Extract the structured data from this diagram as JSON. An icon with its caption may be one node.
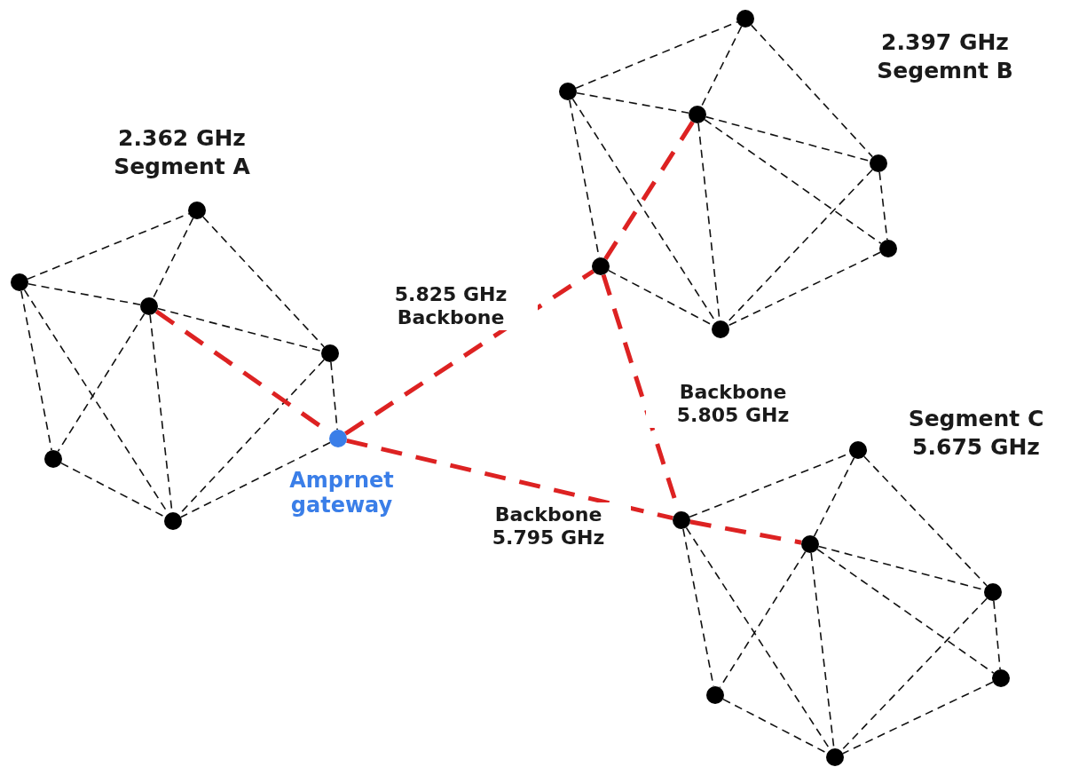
{
  "diagram": {
    "nodes": [
      {
        "text": [],
        "shape": "circle"
      },
      {
        "text": [],
        "shape": "circle"
      },
      {
        "text": [],
        "shape": "circle"
      },
      {
        "text": [],
        "shape": "circle"
      },
      {
        "text": [],
        "shape": "circle",
        "beside": [
          "Amprnet gateway"
        ]
      },
      {
        "text": [],
        "shape": "circle"
      },
      {
        "text": [],
        "shape": "circle"
      },
      {
        "text": [],
        "shape": "circle"
      },
      {
        "text": [],
        "shape": "circle"
      },
      {
        "text": [],
        "shape": "circle"
      },
      {
        "text": [],
        "shape": "circle"
      },
      {
        "text": [],
        "shape": "circle"
      },
      {
        "text": [],
        "shape": "circle"
      },
      {
        "text": [],
        "shape": "circle"
      },
      {
        "text": [],
        "shape": "circle"
      },
      {
        "text": [],
        "shape": "circle"
      },
      {
        "text": [],
        "shape": "circle"
      },
      {
        "text": [],
        "shape": "circle"
      },
      {
        "text": [],
        "shape": "circle"
      },
      {
        "text": [],
        "shape": "circle"
      },
      {
        "text": [],
        "shape": "circle"
      }
    ],
    "edges": [
      {
        "from": 1,
        "to": 0,
        "arrow": "none",
        "style": "dashed"
      },
      {
        "from": 0,
        "to": 2,
        "arrow": "none",
        "style": "dashed"
      },
      {
        "from": 0,
        "to": 3,
        "arrow": "none",
        "style": "dashed"
      },
      {
        "from": 1,
        "to": 2,
        "arrow": "none",
        "style": "dashed"
      },
      {
        "from": 2,
        "to": 3,
        "arrow": "none",
        "style": "dashed"
      },
      {
        "from": 1,
        "to": 5,
        "arrow": "none",
        "style": "dashed"
      },
      {
        "from": 1,
        "to": 6,
        "arrow": "none",
        "style": "dashed"
      },
      {
        "from": 2,
        "to": 5,
        "arrow": "none",
        "style": "dashed"
      },
      {
        "from": 2,
        "to": 6,
        "arrow": "none",
        "style": "dashed"
      },
      {
        "from": 3,
        "to": 4,
        "arrow": "none",
        "style": "dashed"
      },
      {
        "from": 3,
        "to": 6,
        "arrow": "none",
        "style": "dashed"
      },
      {
        "from": 4,
        "to": 6,
        "arrow": "none",
        "style": "dashed"
      },
      {
        "from": 5,
        "to": 6,
        "arrow": "none",
        "style": "dashed"
      },
      {
        "from": 2,
        "to": 4,
        "arrow": "none",
        "style": "dashed",
        "color": "#dd2222"
      },
      {
        "from": 8,
        "to": 7,
        "arrow": "none",
        "style": "dashed"
      },
      {
        "from": 7,
        "to": 9,
        "arrow": "none",
        "style": "dashed"
      },
      {
        "from": 7,
        "to": 10,
        "arrow": "none",
        "style": "dashed"
      },
      {
        "from": 8,
        "to": 9,
        "arrow": "none",
        "style": "dashed"
      },
      {
        "from": 9,
        "to": 10,
        "arrow": "none",
        "style": "dashed"
      },
      {
        "from": 9,
        "to": 12,
        "arrow": "none",
        "style": "dashed"
      },
      {
        "from": 9,
        "to": 13,
        "arrow": "none",
        "style": "dashed"
      },
      {
        "from": 8,
        "to": 11,
        "arrow": "none",
        "style": "dashed"
      },
      {
        "from": 8,
        "to": 13,
        "arrow": "none",
        "style": "dashed"
      },
      {
        "from": 10,
        "to": 13,
        "arrow": "none",
        "style": "dashed"
      },
      {
        "from": 10,
        "to": 12,
        "arrow": "none",
        "style": "dashed"
      },
      {
        "from": 11,
        "to": 13,
        "arrow": "none",
        "style": "dashed"
      },
      {
        "from": 12,
        "to": 13,
        "arrow": "none",
        "style": "dashed"
      },
      {
        "from": 9,
        "to": 11,
        "arrow": "none",
        "style": "dashed",
        "color": "#dd2222"
      },
      {
        "from": 15,
        "to": 14,
        "arrow": "none",
        "style": "dashed"
      },
      {
        "from": 14,
        "to": 16,
        "arrow": "none",
        "style": "dashed"
      },
      {
        "from": 14,
        "to": 17,
        "arrow": "none",
        "style": "dashed"
      },
      {
        "from": 16,
        "to": 17,
        "arrow": "none",
        "style": "dashed"
      },
      {
        "from": 16,
        "to": 19,
        "arrow": "none",
        "style": "dashed"
      },
      {
        "from": 16,
        "to": 18,
        "arrow": "none",
        "style": "dashed"
      },
      {
        "from": 16,
        "to": 20,
        "arrow": "none",
        "style": "dashed"
      },
      {
        "from": 15,
        "to": 18,
        "arrow": "none",
        "style": "dashed"
      },
      {
        "from": 15,
        "to": 20,
        "arrow": "none",
        "style": "dashed"
      },
      {
        "from": 17,
        "to": 19,
        "arrow": "none",
        "style": "dashed"
      },
      {
        "from": 17,
        "to": 20,
        "arrow": "none",
        "style": "dashed"
      },
      {
        "from": 18,
        "to": 20,
        "arrow": "none",
        "style": "dashed"
      },
      {
        "from": 19,
        "to": 20,
        "arrow": "none",
        "style": "dashed"
      },
      {
        "from": 15,
        "to": 16,
        "arrow": "none",
        "style": "dashed",
        "color": "#dd2222"
      },
      {
        "from": 4,
        "to": 11,
        "arrow": "none",
        "style": "dashed",
        "color": "#dd2222",
        "label": "5.825 GHz Backbone"
      },
      {
        "from": 11,
        "to": 15,
        "arrow": "none",
        "style": "dashed",
        "color": "#dd2222",
        "label": "Backbone 5.805 GHz"
      },
      {
        "from": 4,
        "to": 15,
        "arrow": "none",
        "style": "dashed",
        "color": "#dd2222",
        "label": "Backbone 5.795 GHz"
      }
    ],
    "labels": [
      "2.397 GHz Segemnt B",
      "2.362 GHz Segment A",
      "Segment C 5.675 GHz"
    ]
  }
}
